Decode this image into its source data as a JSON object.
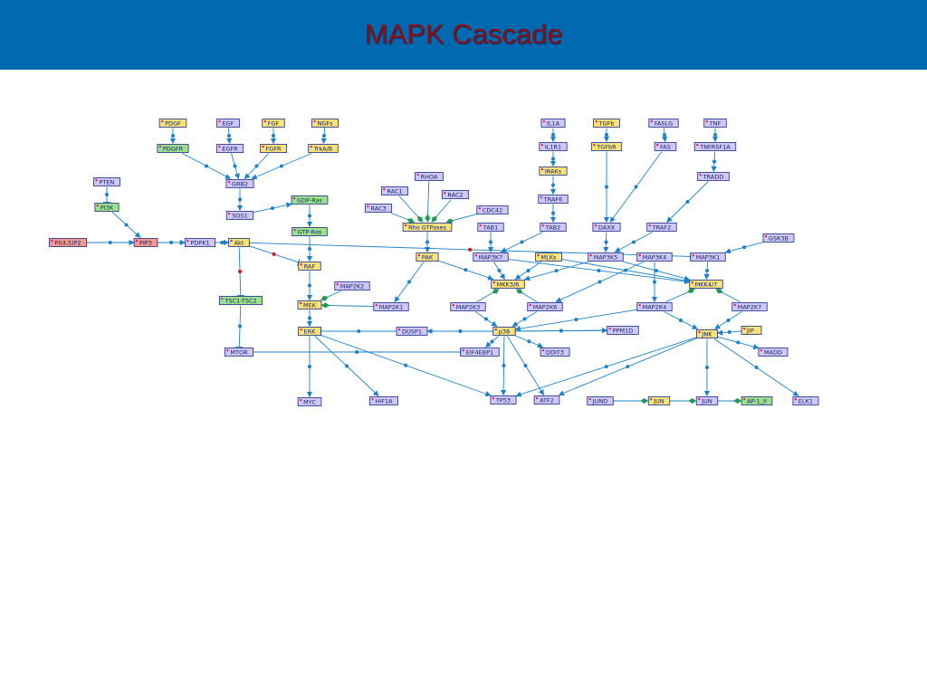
{
  "header": {
    "title": "MAPK Cascade"
  },
  "colors": {
    "banner": "#0069b0",
    "title": "#8b0f16",
    "edge": "#1b82c9",
    "lavender": "#cfc8f4",
    "yellow": "#f7e37a",
    "green": "#9be28a",
    "salmon": "#f29a8e",
    "inhibit": "#e01010",
    "complex": "#1f9a55"
  },
  "nodes": [
    {
      "id": "PDGF",
      "label": "PDGF",
      "color": "yellow"
    },
    {
      "id": "EGF",
      "label": "EGF",
      "color": "lavender"
    },
    {
      "id": "FGF",
      "label": "FGF",
      "color": "yellow"
    },
    {
      "id": "NGFs",
      "label": "NGFs",
      "color": "yellow"
    },
    {
      "id": "PDGFR",
      "label": "PDGFR",
      "color": "green"
    },
    {
      "id": "EGFR",
      "label": "EGFR",
      "color": "lavender"
    },
    {
      "id": "FGFR",
      "label": "FGFR",
      "color": "yellow"
    },
    {
      "id": "TrkAB",
      "label": "TrkA/B",
      "color": "yellow"
    },
    {
      "id": "GRB2",
      "label": "GRB2",
      "color": "lavender"
    },
    {
      "id": "PTEN",
      "label": "PTEN",
      "color": "lavender"
    },
    {
      "id": "PI3K",
      "label": "PI3K",
      "color": "green"
    },
    {
      "id": "SOS1",
      "label": "SOS1",
      "color": "lavender"
    },
    {
      "id": "GDPRas",
      "label": "GDP-Ras",
      "color": "green"
    },
    {
      "id": "GTPRas",
      "label": "GTP-Ras",
      "color": "green"
    },
    {
      "id": "PIP2",
      "label": "PI(4,5)P2",
      "color": "salmon"
    },
    {
      "id": "PIP3",
      "label": "PIP3",
      "color": "salmon"
    },
    {
      "id": "PDPK1",
      "label": "PDPK1",
      "color": "lavender"
    },
    {
      "id": "Akt",
      "label": "Akt",
      "color": "yellow"
    },
    {
      "id": "RAF",
      "label": "RAF",
      "color": "yellow"
    },
    {
      "id": "TSC",
      "label": "TSC1-TSC2",
      "color": "green"
    },
    {
      "id": "MTOR",
      "label": "MTOR",
      "color": "lavender"
    },
    {
      "id": "MAP2K2",
      "label": "MAP2K2",
      "color": "lavender"
    },
    {
      "id": "MEK",
      "label": "MEK",
      "color": "yellow"
    },
    {
      "id": "MAP2K1",
      "label": "MAP2K1",
      "color": "lavender"
    },
    {
      "id": "ERK",
      "label": "ERK",
      "color": "yellow"
    },
    {
      "id": "MYC",
      "label": "MYC",
      "color": "lavender"
    },
    {
      "id": "HIF1A",
      "label": "HIF1A",
      "color": "lavender"
    },
    {
      "id": "RHOA",
      "label": "RHOA",
      "color": "lavender"
    },
    {
      "id": "RAC1",
      "label": "RAC1",
      "color": "lavender"
    },
    {
      "id": "RAC2",
      "label": "RAC2",
      "color": "lavender"
    },
    {
      "id": "RAC3",
      "label": "RAC3",
      "color": "lavender"
    },
    {
      "id": "CDC42",
      "label": "CDC42",
      "color": "lavender"
    },
    {
      "id": "RhoGTP",
      "label": "Rho GTPases",
      "color": "yellow"
    },
    {
      "id": "PAK",
      "label": "PAK",
      "color": "yellow"
    },
    {
      "id": "TAB1",
      "label": "TAB1",
      "color": "lavender"
    },
    {
      "id": "MAP3K7",
      "label": "MAP3K7",
      "color": "lavender"
    },
    {
      "id": "MLKs",
      "label": "MLKs",
      "color": "yellow"
    },
    {
      "id": "MKK36",
      "label": "MKK3/6",
      "color": "yellow"
    },
    {
      "id": "MAP2K3",
      "label": "MAP2K3",
      "color": "lavender"
    },
    {
      "id": "MAP2K6",
      "label": "MAP2K6",
      "color": "lavender"
    },
    {
      "id": "DUSP1",
      "label": "DUSP1",
      "color": "lavender"
    },
    {
      "id": "p38",
      "label": "p38",
      "color": "yellow"
    },
    {
      "id": "PPM1D",
      "label": "PPM1D",
      "color": "lavender"
    },
    {
      "id": "EIF4EBP1",
      "label": "EIF4EBP1",
      "color": "lavender"
    },
    {
      "id": "DDIT3",
      "label": "DDIT3",
      "color": "lavender"
    },
    {
      "id": "TP53",
      "label": "TP53",
      "color": "lavender"
    },
    {
      "id": "ATF2",
      "label": "ATF2",
      "color": "lavender"
    },
    {
      "id": "IL1A",
      "label": "IL1A",
      "color": "lavender"
    },
    {
      "id": "IL1R1",
      "label": "IL1R1",
      "color": "lavender"
    },
    {
      "id": "IRAKs",
      "label": "IRAKs",
      "color": "yellow"
    },
    {
      "id": "TRAF6",
      "label": "TRAF6",
      "color": "lavender"
    },
    {
      "id": "TAB2",
      "label": "TAB2",
      "color": "lavender"
    },
    {
      "id": "TGFb",
      "label": "TGFb",
      "color": "yellow"
    },
    {
      "id": "TGFbR",
      "label": "TGFbR",
      "color": "yellow"
    },
    {
      "id": "DAXX",
      "label": "DAXX",
      "color": "lavender"
    },
    {
      "id": "FASLG",
      "label": "FASLG",
      "color": "lavender"
    },
    {
      "id": "FAS",
      "label": "FAS",
      "color": "lavender"
    },
    {
      "id": "TNF",
      "label": "TNF",
      "color": "lavender"
    },
    {
      "id": "TNFRSF1A",
      "label": "TNFRSF1A",
      "color": "lavender"
    },
    {
      "id": "TRADD",
      "label": "TRADD",
      "color": "lavender"
    },
    {
      "id": "TRAF2",
      "label": "TRAF2",
      "color": "lavender"
    },
    {
      "id": "MAP3K5",
      "label": "MAP3K5",
      "color": "lavender"
    },
    {
      "id": "MAP3K4",
      "label": "MAP3K4",
      "color": "lavender"
    },
    {
      "id": "GSK3B",
      "label": "GSK3B",
      "color": "lavender"
    },
    {
      "id": "MAP3K1",
      "label": "MAP3K1",
      "color": "lavender"
    },
    {
      "id": "MKK47",
      "label": "MKK4/7",
      "color": "yellow"
    },
    {
      "id": "MAP2K4",
      "label": "MAP2K4",
      "color": "lavender"
    },
    {
      "id": "MAP2K7",
      "label": "MAP2K7",
      "color": "lavender"
    },
    {
      "id": "JNK",
      "label": "JNK",
      "color": "yellow"
    },
    {
      "id": "JIP",
      "label": "JIP",
      "color": "yellow"
    },
    {
      "id": "MADD",
      "label": "MADD",
      "color": "lavender"
    },
    {
      "id": "JUND",
      "label": "JUND",
      "color": "lavender"
    },
    {
      "id": "JUNy",
      "label": "JUN",
      "color": "yellow"
    },
    {
      "id": "JUNp",
      "label": "JUN",
      "color": "lavender"
    },
    {
      "id": "AP1",
      "label": "AP-1_II",
      "color": "green"
    },
    {
      "id": "ELK1",
      "label": "ELK1",
      "color": "lavender"
    }
  ],
  "edges": [
    {
      "from": "PDGF",
      "to": "PDGFR",
      "type": "activate"
    },
    {
      "from": "EGF",
      "to": "EGFR",
      "type": "activate"
    },
    {
      "from": "FGF",
      "to": "FGFR",
      "type": "activate"
    },
    {
      "from": "NGFs",
      "to": "TrkAB",
      "type": "activate"
    },
    {
      "from": "PDGFR",
      "to": "GRB2",
      "type": "activate"
    },
    {
      "from": "EGFR",
      "to": "GRB2",
      "type": "activate"
    },
    {
      "from": "FGFR",
      "to": "GRB2",
      "type": "activate"
    },
    {
      "from": "TrkAB",
      "to": "GRB2",
      "type": "activate"
    },
    {
      "from": "GRB2",
      "to": "SOS1",
      "type": "activate"
    },
    {
      "from": "SOS1",
      "to": "GDPRas",
      "type": "activate"
    },
    {
      "from": "GDPRas",
      "to": "GTPRas",
      "type": "activate"
    },
    {
      "from": "GTPRas",
      "to": "RAF",
      "type": "activate"
    },
    {
      "from": "PTEN",
      "to": "PI3K",
      "type": "inhibit"
    },
    {
      "from": "PI3K",
      "to": "PIP3",
      "type": "activate"
    },
    {
      "from": "PIP2",
      "to": "PIP3",
      "type": "activate"
    },
    {
      "from": "PIP3",
      "to": "PDPK1",
      "type": "activate"
    },
    {
      "from": "PDPK1",
      "to": "Akt",
      "type": "activate"
    },
    {
      "from": "Akt",
      "to": "RAF",
      "type": "inhibit"
    },
    {
      "from": "Akt",
      "to": "TSC",
      "type": "inhibit"
    },
    {
      "from": "Akt",
      "to": "MAP3K1",
      "type": "inhibit"
    },
    {
      "from": "TSC",
      "to": "MTOR",
      "type": "inhibit"
    },
    {
      "from": "MTOR",
      "to": "EIF4EBP1",
      "type": "inhibit"
    },
    {
      "from": "RAF",
      "to": "MEK",
      "type": "activate"
    },
    {
      "from": "MAP2K2",
      "to": "MEK",
      "type": "complex"
    },
    {
      "from": "MAP2K1",
      "to": "MEK",
      "type": "complex"
    },
    {
      "from": "MEK",
      "to": "ERK",
      "type": "activate"
    },
    {
      "from": "ERK",
      "to": "MYC",
      "type": "activate"
    },
    {
      "from": "ERK",
      "to": "HIF1A",
      "type": "activate"
    },
    {
      "from": "ERK",
      "to": "TP53",
      "type": "activate"
    },
    {
      "from": "DUSP1",
      "to": "ERK",
      "type": "inhibit"
    },
    {
      "from": "RHOA",
      "to": "RhoGTP",
      "type": "complex"
    },
    {
      "from": "RAC1",
      "to": "RhoGTP",
      "type": "complex"
    },
    {
      "from": "RAC2",
      "to": "RhoGTP",
      "type": "complex"
    },
    {
      "from": "RAC3",
      "to": "RhoGTP",
      "type": "complex"
    },
    {
      "from": "CDC42",
      "to": "RhoGTP",
      "type": "complex"
    },
    {
      "from": "RhoGTP",
      "to": "PAK",
      "type": "activate"
    },
    {
      "from": "PAK",
      "to": "MAP2K1",
      "type": "activate"
    },
    {
      "from": "PAK",
      "to": "MKK36",
      "type": "activate"
    },
    {
      "from": "TAB1",
      "to": "MAP3K7",
      "type": "activate"
    },
    {
      "from": "MAP3K7",
      "to": "MKK36",
      "type": "activate"
    },
    {
      "from": "MLKs",
      "to": "MKK36",
      "type": "activate"
    },
    {
      "from": "MLKs",
      "to": "MKK47",
      "type": "activate"
    },
    {
      "from": "MAP3K5",
      "to": "MKK36",
      "type": "activate"
    },
    {
      "from": "MAP3K5",
      "to": "MKK47",
      "type": "activate"
    },
    {
      "from": "MAP3K7",
      "to": "MKK47",
      "type": "activate"
    },
    {
      "from": "MAP2K3",
      "to": "MKK36",
      "type": "complex"
    },
    {
      "from": "MAP2K6",
      "to": "MKK36",
      "type": "complex"
    },
    {
      "from": "MAP2K3",
      "to": "p38",
      "type": "activate"
    },
    {
      "from": "MAP2K6",
      "to": "p38",
      "type": "activate"
    },
    {
      "from": "MAP3K4",
      "to": "MAP2K6",
      "type": "activate"
    },
    {
      "from": "MAP3K4",
      "to": "MAP2K4",
      "type": "activate"
    },
    {
      "from": "PPM1D",
      "to": "p38",
      "type": "inhibit"
    },
    {
      "from": "DUSP1",
      "to": "p38",
      "type": "inhibit"
    },
    {
      "from": "p38",
      "to": "DUSP1",
      "type": "activate"
    },
    {
      "from": "p38",
      "to": "EIF4EBP1",
      "type": "activate"
    },
    {
      "from": "p38",
      "to": "DDIT3",
      "type": "activate"
    },
    {
      "from": "p38",
      "to": "TP53",
      "type": "activate"
    },
    {
      "from": "p38",
      "to": "ATF2",
      "type": "activate"
    },
    {
      "from": "p38",
      "to": "PPM1D",
      "type": "activate"
    },
    {
      "from": "IL1A",
      "to": "IL1R1",
      "type": "activate"
    },
    {
      "from": "IL1R1",
      "to": "IRAKs",
      "type": "activate"
    },
    {
      "from": "IRAKs",
      "to": "TRAF6",
      "type": "activate"
    },
    {
      "from": "TRAF6",
      "to": "TAB2",
      "type": "activate"
    },
    {
      "from": "TAB2",
      "to": "MAP3K7",
      "type": "activate"
    },
    {
      "from": "TGFb",
      "to": "TGFbR",
      "type": "activate"
    },
    {
      "from": "TGFbR",
      "to": "DAXX",
      "type": "activate"
    },
    {
      "from": "FASLG",
      "to": "FAS",
      "type": "activate"
    },
    {
      "from": "FAS",
      "to": "DAXX",
      "type": "activate"
    },
    {
      "from": "DAXX",
      "to": "MAP3K5",
      "type": "activate"
    },
    {
      "from": "TNF",
      "to": "TNFRSF1A",
      "type": "activate"
    },
    {
      "from": "TNFRSF1A",
      "to": "TRADD",
      "type": "activate"
    },
    {
      "from": "TRADD",
      "to": "TRAF2",
      "type": "activate"
    },
    {
      "from": "TRAF2",
      "to": "MAP3K5",
      "type": "activate"
    },
    {
      "from": "GSK3B",
      "to": "MAP3K1",
      "type": "activate"
    },
    {
      "from": "MAP3K1",
      "to": "MKK47",
      "type": "activate"
    },
    {
      "from": "MAP2K4",
      "to": "MKK47",
      "type": "complex"
    },
    {
      "from": "MAP2K7",
      "to": "MKK47",
      "type": "complex"
    },
    {
      "from": "MAP2K4",
      "to": "JNK",
      "type": "activate"
    },
    {
      "from": "MAP2K7",
      "to": "JNK",
      "type": "activate"
    },
    {
      "from": "MAP2K4",
      "to": "p38",
      "type": "activate"
    },
    {
      "from": "JIP",
      "to": "JNK",
      "type": "activate"
    },
    {
      "from": "JNK",
      "to": "MADD",
      "type": "activate"
    },
    {
      "from": "JNK",
      "to": "ELK1",
      "type": "activate"
    },
    {
      "from": "JNK",
      "to": "JUNp",
      "type": "activate"
    },
    {
      "from": "JNK",
      "to": "TP53",
      "type": "activate"
    },
    {
      "from": "JNK",
      "to": "ATF2",
      "type": "activate"
    },
    {
      "from": "JUND",
      "to": "JUNy",
      "type": "complex"
    },
    {
      "from": "JUNy",
      "to": "JUNp",
      "type": "complex"
    },
    {
      "from": "JUNp",
      "to": "AP1",
      "type": "complex"
    }
  ]
}
